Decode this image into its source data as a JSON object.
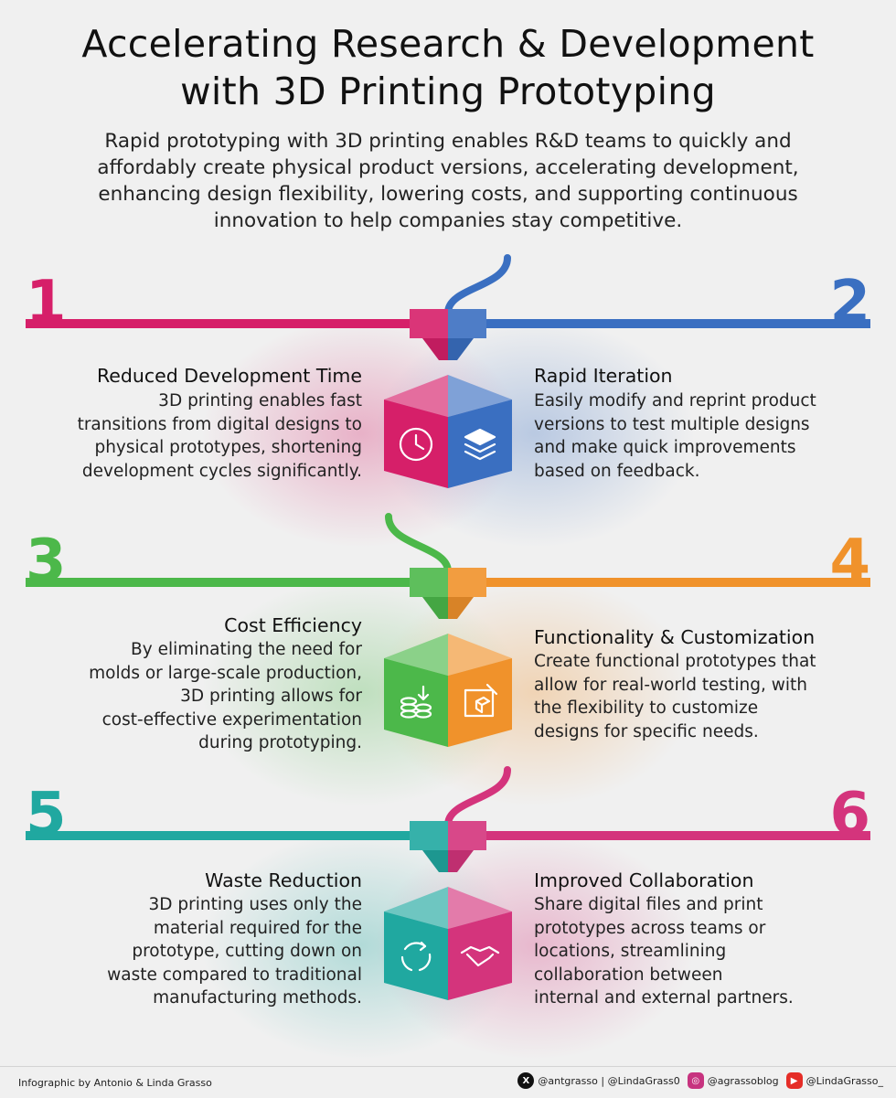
{
  "header": {
    "title_line1": "Accelerating Research & Development",
    "title_line2": "with 3D Printing Prototyping",
    "intro_lines": [
      "Rapid prototyping with 3D printing enables R&D teams to quickly and",
      "affordably create physical product versions, accelerating development,",
      "enhancing design flexibility, lowering costs, and supporting continuous",
      "innovation to help companies stay competitive."
    ]
  },
  "colors": {
    "magenta": "#d61f69",
    "blue": "#3a6fc1",
    "green": "#4cb84a",
    "orange": "#f0922b",
    "teal": "#20a8a0",
    "pink": "#d4347c"
  },
  "items": [
    {
      "number": "1",
      "title": "Reduced Development Time",
      "lines": [
        "3D printing enables fast",
        "transitions from digital designs to",
        "physical prototypes, shortening",
        "development cycles significantly."
      ],
      "icon": "clock-icon"
    },
    {
      "number": "2",
      "title": "Rapid Iteration",
      "lines": [
        "Easily modify and reprint product",
        "versions to test multiple designs",
        "and make quick improvements",
        "based on feedback."
      ],
      "icon": "layers-icon"
    },
    {
      "number": "3",
      "title": "Cost Efficiency",
      "lines": [
        "By eliminating the need for",
        "molds or large-scale production,",
        "3D printing allows for",
        "cost-effective experimentation",
        "during prototyping."
      ],
      "icon": "coins-icon"
    },
    {
      "number": "4",
      "title": "Functionality & Customization",
      "lines": [
        "Create functional prototypes that",
        "allow for real-world testing, with",
        "the flexibility to customize",
        "designs for specific needs."
      ],
      "icon": "blueprint-icon"
    },
    {
      "number": "5",
      "title": "Waste Reduction",
      "lines": [
        "3D printing uses only the",
        "material required for the",
        "prototype, cutting down on",
        "waste compared to traditional",
        "manufacturing methods."
      ],
      "icon": "recycle-icon"
    },
    {
      "number": "6",
      "title": "Improved Collaboration",
      "lines": [
        "Share digital files and print",
        "prototypes across teams or",
        "locations, streamlining",
        "collaboration between",
        "internal and external partners."
      ],
      "icon": "handshake-icon"
    }
  ],
  "footer": {
    "credit": "Infographic by Antonio & Linda Grasso",
    "x_handles": "@antgrasso | @LindaGrass0",
    "instagram": "@agrassoblog",
    "youtube": "@LindaGrasso_"
  }
}
